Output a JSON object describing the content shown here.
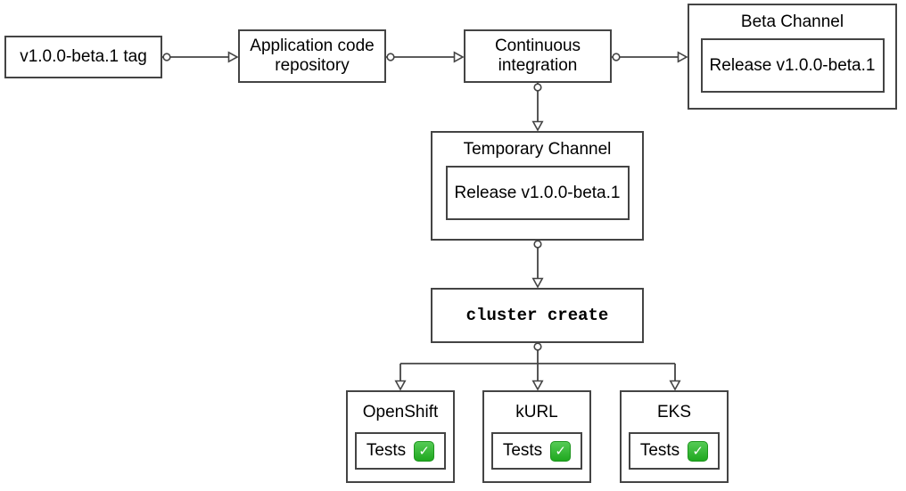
{
  "diagram": {
    "nodes": {
      "tag": {
        "label": "v1.0.0-beta.1 tag"
      },
      "repo": {
        "label": "Application code repository"
      },
      "ci": {
        "label": "Continuous integration"
      },
      "beta_channel": {
        "title": "Beta Channel",
        "release": "Release v1.0.0-beta.1"
      },
      "temp_channel": {
        "title": "Temporary Channel",
        "release": "Release v1.0.0-beta.1"
      },
      "cluster_create": {
        "label": "cluster create"
      },
      "openshift": {
        "title": "OpenShift",
        "tests_label": "Tests"
      },
      "kurl": {
        "title": "kURL",
        "tests_label": "Tests"
      },
      "eks": {
        "title": "EKS",
        "tests_label": "Tests"
      }
    },
    "icons": {
      "check": "✓"
    },
    "colors": {
      "stroke": "#444444",
      "text": "#000000",
      "check_green_top": "#55cb55",
      "check_green_bottom": "#1fa81f",
      "check_border": "#1d941d",
      "check_mark": "#ffffff"
    }
  }
}
